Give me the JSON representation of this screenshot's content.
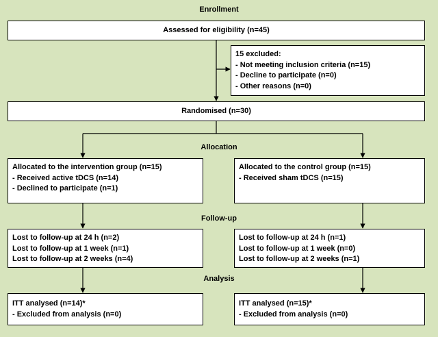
{
  "phases": {
    "enrollment": "Enrollment",
    "allocation": "Allocation",
    "followup": "Follow-up",
    "analysis": "Analysis"
  },
  "assessed": "Assessed for eligibility (n=45)",
  "excluded": {
    "title": "15 excluded:",
    "items": [
      "- Not meeting inclusion criteria (n=15)",
      "- Decline to participate (n=0)",
      "- Other reasons (n=0)"
    ]
  },
  "randomised": "Randomised (n=30)",
  "intervention": {
    "allocation": {
      "title": "Allocated to the intervention group (n=15)",
      "items": [
        "- Received active tDCS (n=14)",
        "- Declined to participate (n=1)"
      ]
    },
    "followup": [
      "Lost to follow-up at 24 h (n=2)",
      "Lost to follow-up at 1 week (n=1)",
      "Lost to follow-up at 2 weeks (n=4)"
    ],
    "analysis": {
      "title": "ITT analysed (n=14)*",
      "items": [
        "- Excluded from analysis (n=0)"
      ]
    }
  },
  "control": {
    "allocation": {
      "title": "Allocated to the control group (n=15)",
      "items": [
        "- Received sham tDCS (n=15)"
      ]
    },
    "followup": [
      "Lost to follow-up at 24 h (n=1)",
      "Lost to follow-up at 1 week (n=0)",
      "Lost to follow-up at 2 weeks (n=1)"
    ],
    "analysis": {
      "title": "ITT analysed (n=15)*",
      "items": [
        "- Excluded from analysis (n=0)"
      ]
    }
  },
  "colors": {
    "background": "#d7e4bd",
    "box": "#ffffff",
    "line": "#000000"
  }
}
